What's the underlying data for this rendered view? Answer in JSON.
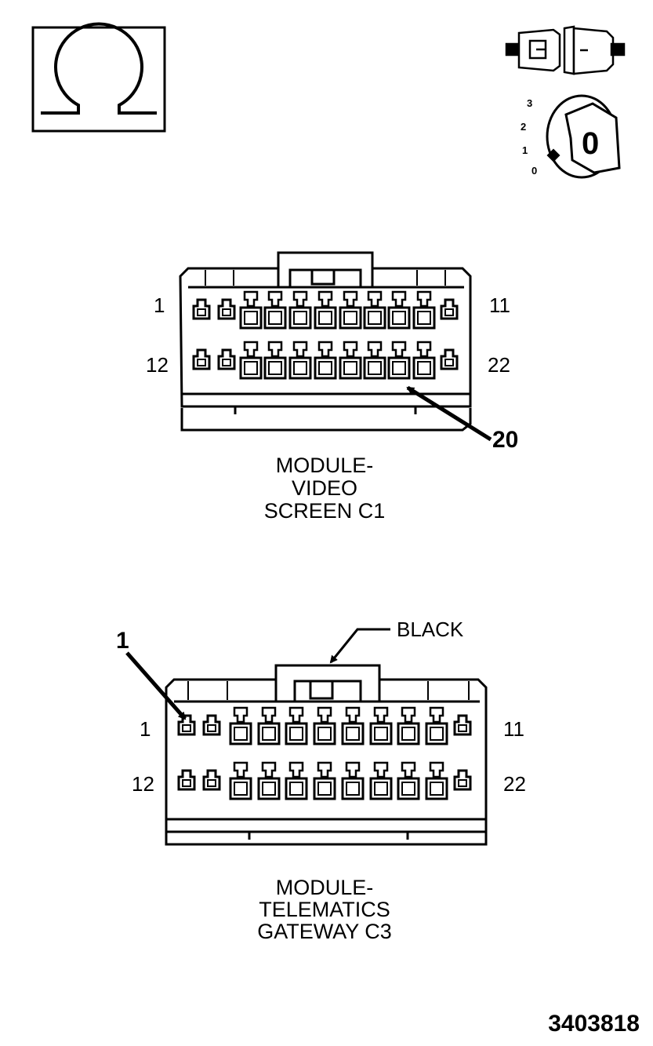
{
  "header": {
    "meter_icon": "ohm-symbol-icon",
    "connector_icon": "disconnected-connector-icon",
    "ignition_icon": "ignition-key-icon",
    "ignition_positions": [
      "3",
      "2",
      "1",
      "0"
    ],
    "key_glyph": "0"
  },
  "connector_c1": {
    "pin_left_top": "1",
    "pin_right_top": "11",
    "pin_left_bottom": "12",
    "pin_right_bottom": "22",
    "callout_pin": "20",
    "caption": [
      "MODULE-",
      "VIDEO",
      "SCREEN C1"
    ]
  },
  "connector_c3": {
    "callout_pin": "1",
    "color_label": "BLACK",
    "pin_left_top": "1",
    "pin_right_top": "11",
    "pin_left_bottom": "12",
    "pin_right_bottom": "22",
    "caption": [
      "MODULE-",
      "TELEMATICS",
      "GATEWAY C3"
    ]
  },
  "figure_number": "3403818"
}
